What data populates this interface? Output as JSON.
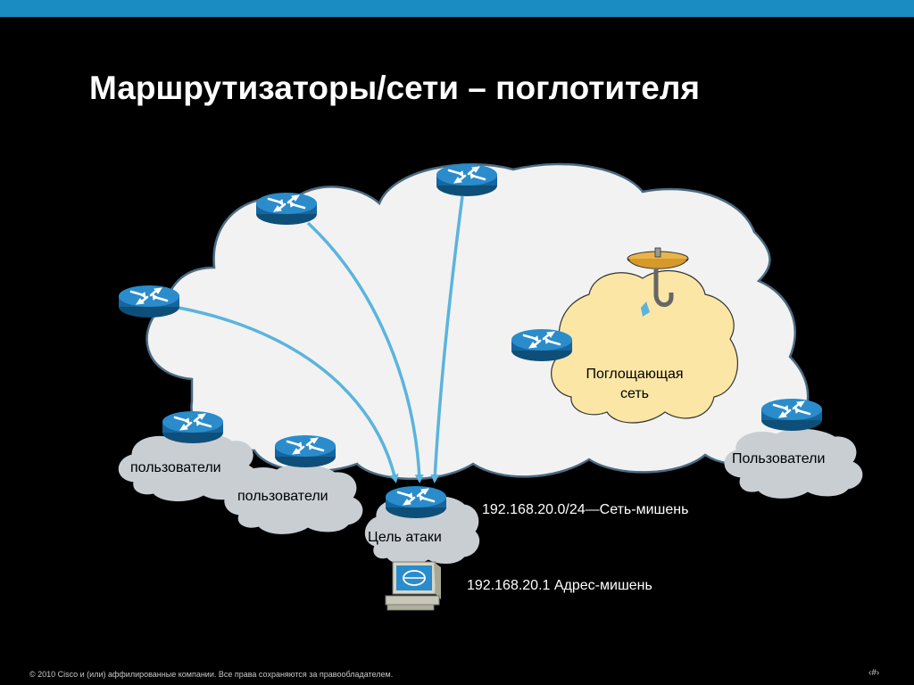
{
  "title": "Маршрутизаторы/сети – поглотителя",
  "labels": {
    "sink_network": "Поглощающая\nсеть",
    "users_left": "пользователи",
    "users_middle": "пользователи",
    "users_right": "Пользователи",
    "attack_target": "Цель атаки",
    "target_network": "192.168.20.0/24—Сеть-мишень",
    "target_address": "192.168.20.1 Адрес-мишень"
  },
  "footer": {
    "copyright": "© 2010 Cisco и (или) аффилированные компании. Все права сохраняются за правообладателем.",
    "page": "‹#›"
  },
  "colors": {
    "top_bar": "#1a8cc2",
    "cloud_main": "#f2f2f2",
    "cloud_sink": "#fbe6a6",
    "cloud_users": "#c9ced3",
    "arrow": "#5bb4dc",
    "router": "#1f7fb8"
  },
  "icons": [
    "router-icon",
    "sink-icon",
    "computer-icon"
  ]
}
